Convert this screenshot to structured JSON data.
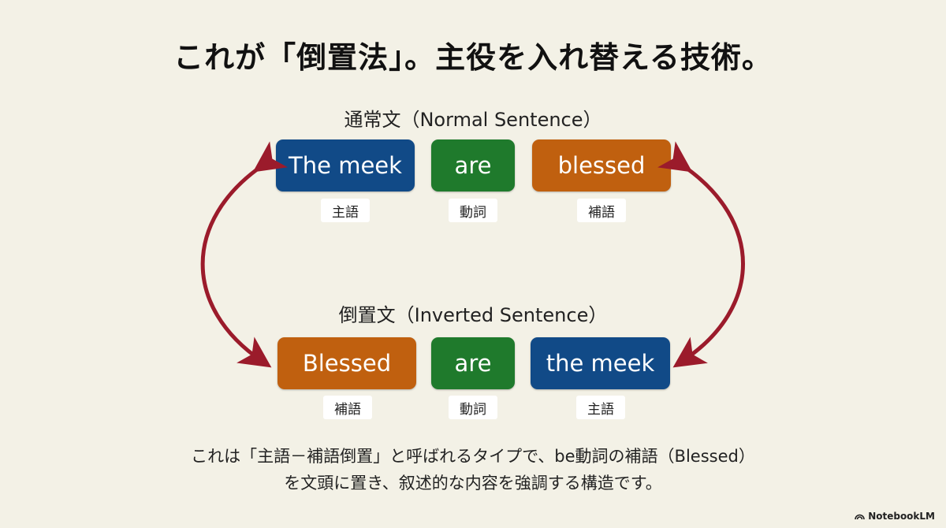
{
  "title": "これが「倒置法」。主役を入れ替える技術。",
  "normal": {
    "label": "通常文（Normal Sentence）",
    "words": [
      {
        "text": "The meek",
        "role": "主語",
        "color": "#114a87"
      },
      {
        "text": "are",
        "role": "動詞",
        "color": "#1f7a2c"
      },
      {
        "text": "blessed",
        "role": "補語",
        "color": "#c0600f"
      }
    ]
  },
  "inverted": {
    "label": "倒置文（Inverted Sentence）",
    "words": [
      {
        "text": "Blessed",
        "role": "補語",
        "color": "#c0600f"
      },
      {
        "text": "are",
        "role": "動詞",
        "color": "#1f7a2c"
      },
      {
        "text": "the meek",
        "role": "主語",
        "color": "#114a87"
      }
    ]
  },
  "description": [
    "これは「主語－補語倒置」と呼ばれるタイプで、be動詞の補語（Blessed）",
    "を文頭に置き、叙述的な内容を強調する構造です。"
  ],
  "brand": "NotebookLM",
  "arrow_color": "#9b1b2b"
}
